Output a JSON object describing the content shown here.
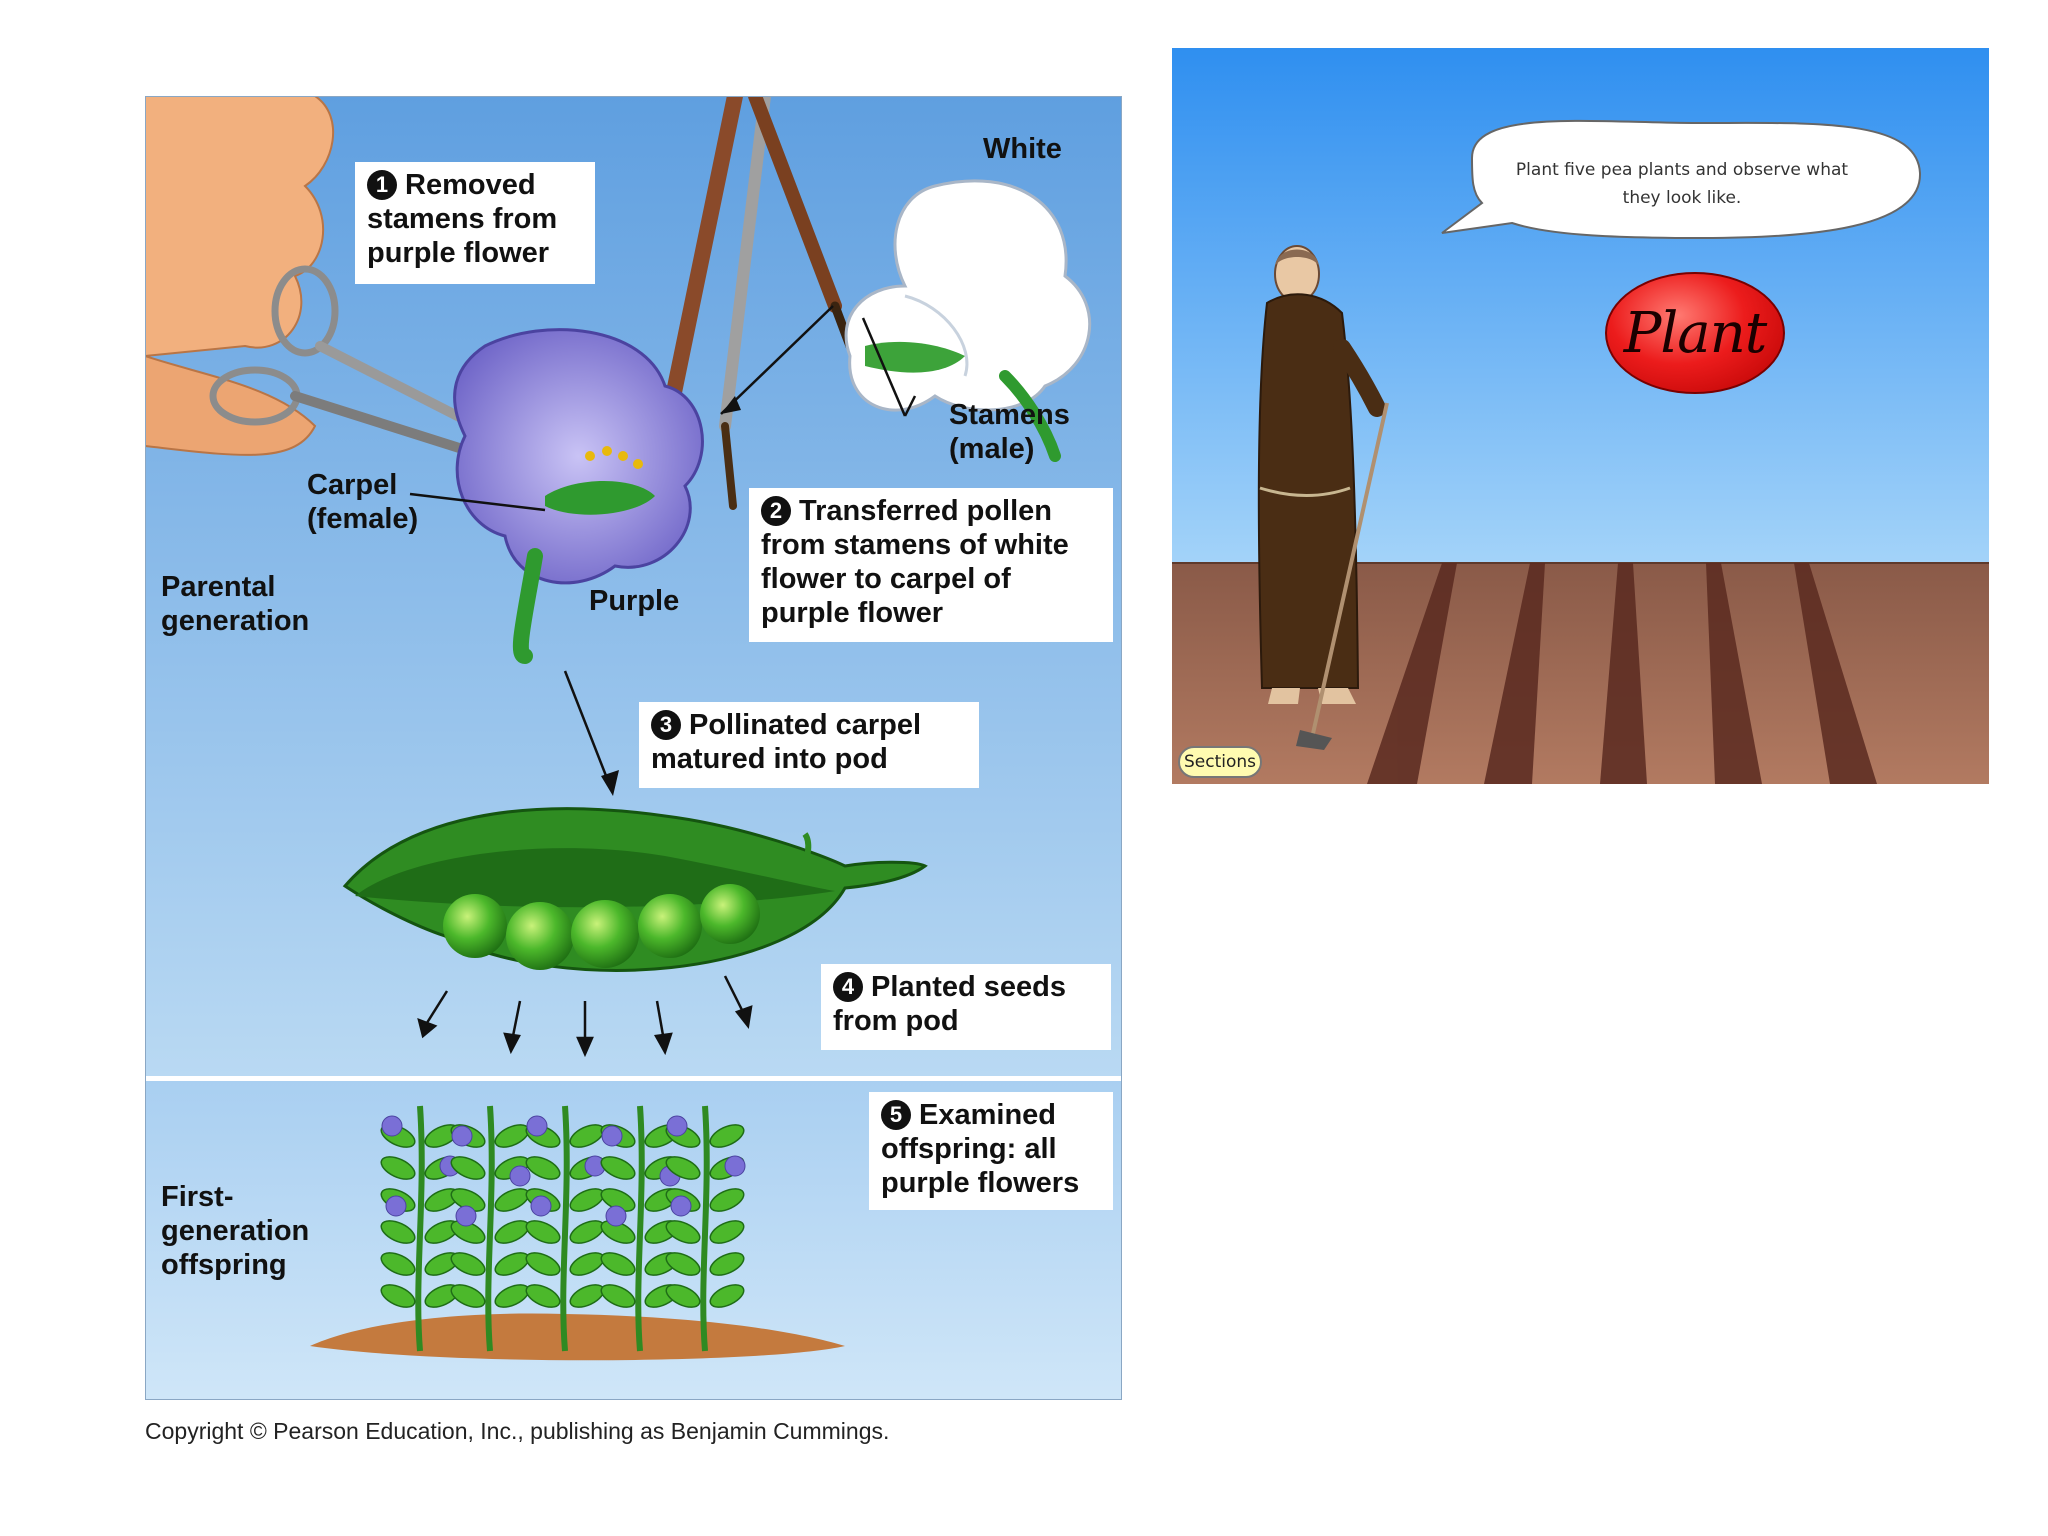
{
  "figure": {
    "callouts": [
      {
        "num": "1",
        "text": "Removed\nstamens from\npurple flower"
      },
      {
        "num": "2",
        "text": "Transferred pollen\nfrom stamens of white\nflower to carpel of\npurple flower"
      },
      {
        "num": "3",
        "text": "Pollinated carpel\nmatured into pod"
      },
      {
        "num": "4",
        "text": "Planted seeds\nfrom pod"
      },
      {
        "num": "5",
        "text": "Examined\noffspring: all\npurple flowers"
      }
    ],
    "labels": {
      "white": "White",
      "stamens": "Stamens\n(male)",
      "carpel": "Carpel\n(female)",
      "purple": "Purple",
      "parental": "Parental\ngeneration",
      "first_gen": "First-\ngeneration\noffspring"
    },
    "copyright": "Copyright © Pearson Education, Inc., publishing as Benjamin Cummings."
  },
  "scene": {
    "speech": "Plant five pea plants and observe what they look like.",
    "plant_button": "Plant",
    "sections_button": "Sections"
  }
}
